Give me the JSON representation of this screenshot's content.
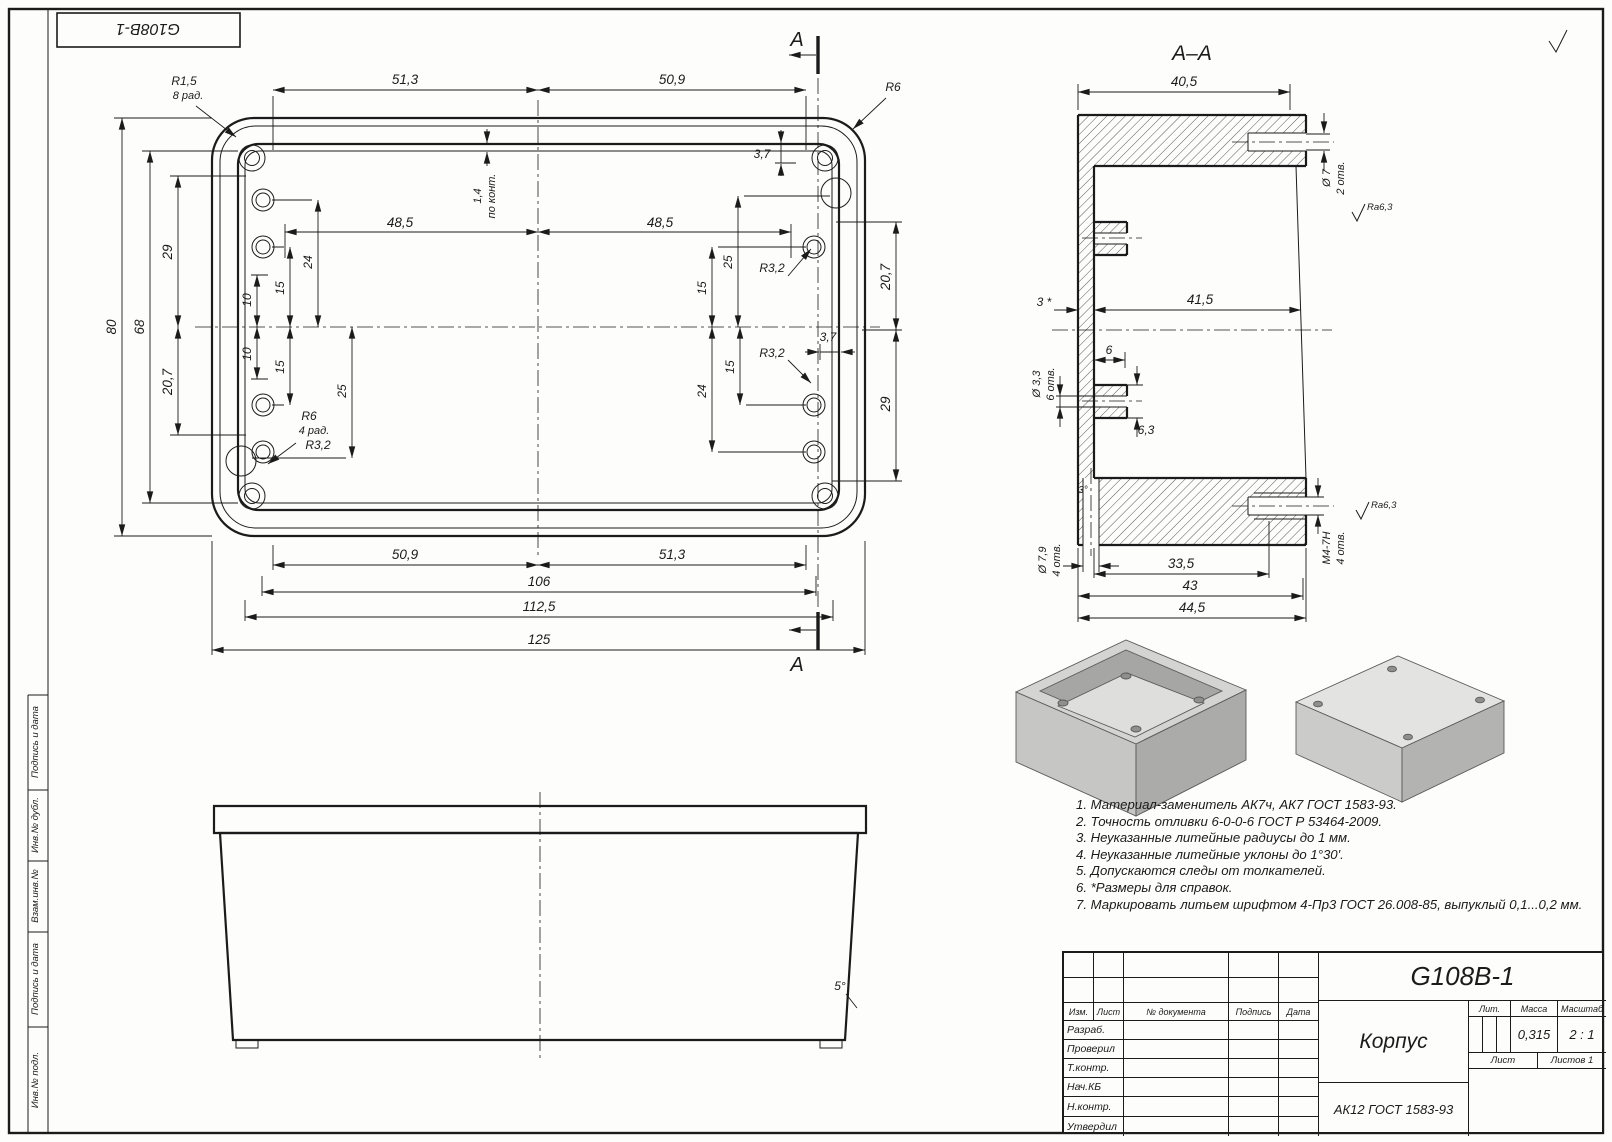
{
  "sheet": {
    "corner_code": "G108B-1"
  },
  "mv": {
    "a": "A",
    "d51": "51,3",
    "d50": "50,9",
    "d48": "48,5",
    "r15": "R1,5",
    "r15_qty": "8 рад.",
    "r6": "R6",
    "r6_qty": "4 рад.",
    "r32": "R3,2",
    "t14": "1,4",
    "t14_note": "по конт.",
    "d37": "3,7",
    "d29": "29",
    "d68": "68",
    "d80": "80",
    "d207": "20,7",
    "d24": "24",
    "d15": "15",
    "d10": "10",
    "d25": "25",
    "d106": "106",
    "d1125": "112,5",
    "d125": "125"
  },
  "sv": {
    "title": "A–A",
    "d405": "40,5",
    "d7": "Ø 7",
    "d7_qty": "2 отв.",
    "ra": "Ra6,3",
    "d3": "3 *",
    "d415": "41,5",
    "d6": "6",
    "d33": "Ø 3,3",
    "d33_qty": "6 отв.",
    "d63": "6,3",
    "deg3": "3°",
    "d79": "Ø 7,9",
    "d79_qty": "4 отв.",
    "d335": "33,5",
    "d43": "43",
    "d445": "44,5",
    "m4": "M4-7H",
    "m4_qty": "4 отв."
  },
  "fv": {
    "deg5": "5°"
  },
  "notes": [
    "1. Материал-заменитель  АК7ч,  АК7 ГОСТ 1583-93.",
    "2. Точность  отливки  6-0-0-6  ГОСТ Р 53464-2009.",
    "3. Неуказанные литейные радиусы до 1 мм.",
    "4. Неуказанные литейные уклоны до 1°30'.",
    "5. Допускаются следы от толкателей.",
    "6. *Размеры для справок.",
    "7. Маркировать литьем шрифтом 4-Пр3 ГОСТ 26.008-85, выпуклый 0,1...0,2 мм."
  ],
  "tb": {
    "code": "G108B-1",
    "name": "Корпус",
    "material": "АК12 ГОСТ 1583-93",
    "lit": "Лит.",
    "mass": "Масса",
    "scale": "Масштаб",
    "mass_v": "0,315",
    "scale_v": "2 : 1",
    "sheet": "Лист",
    "sheets": "Листов 1",
    "h_izm": "Изм.",
    "h_list": "Лист",
    "h_doc": "№ документа",
    "h_sign": "Подпись",
    "h_date": "Дата",
    "roles": [
      "Разраб.",
      "Проверил",
      "Т.контр.",
      "Нач.КБ",
      "Н.контр.",
      "Утвердил"
    ]
  },
  "margin": [
    "Подпись и дата",
    "Инв.№ дубл.",
    "Взам.инв.№",
    "Подпись и дата",
    "Инв.№ подл."
  ]
}
